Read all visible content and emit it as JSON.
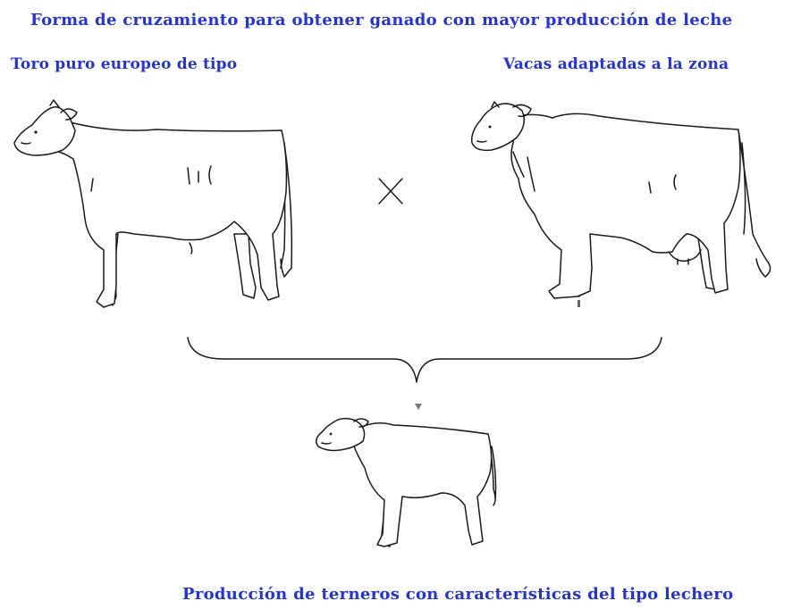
{
  "diagram": {
    "title": "Forma de cruzamiento para obtener ganado con mayor producción de leche",
    "left_label": "Toro puro europeo de tipo",
    "right_label": "Vacas adaptadas a la zona",
    "bottom_label": "Producción de terneros con características del tipo lechero",
    "cross_symbol": "×"
  },
  "colors": {
    "text": "#2233dd",
    "lines": "#1a1a1a",
    "background": "#ffffff"
  },
  "icons": [
    "european-bull-icon",
    "local-cow-icon",
    "calf-icon",
    "cross-icon",
    "brace-icon",
    "arrow-icon"
  ]
}
